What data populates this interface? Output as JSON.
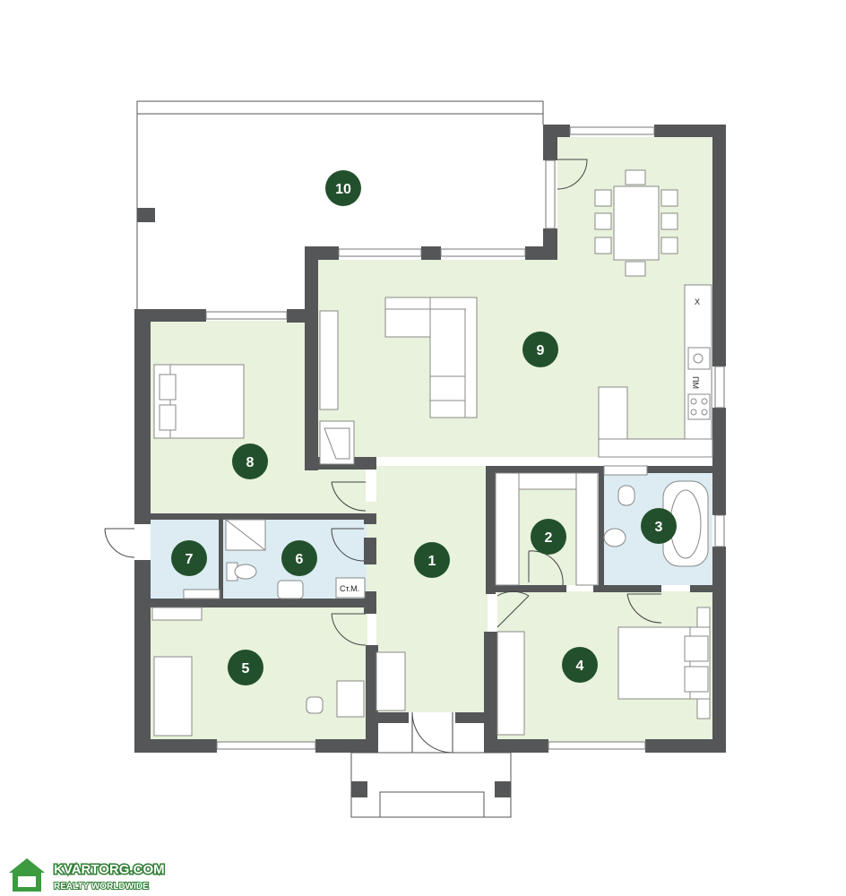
{
  "rooms": [
    {
      "id": "room-1",
      "label": "1"
    },
    {
      "id": "room-2",
      "label": "2"
    },
    {
      "id": "room-3",
      "label": "3"
    },
    {
      "id": "room-4",
      "label": "4"
    },
    {
      "id": "room-5",
      "label": "5"
    },
    {
      "id": "room-6",
      "label": "6"
    },
    {
      "id": "room-7",
      "label": "7"
    },
    {
      "id": "room-8",
      "label": "8"
    },
    {
      "id": "room-9",
      "label": "9"
    },
    {
      "id": "room-10",
      "label": "10"
    }
  ],
  "appliance_labels": {
    "laundry": "Ст.М.",
    "fridge": "Х",
    "dishwasher": "ПМ"
  },
  "watermark": {
    "title": "KVARTORG.COM",
    "subtitle": "REALTY WORLDWIDE"
  },
  "colors": {
    "wall": "#555658",
    "room_fill": "#e8f2dc",
    "wet_room_fill": "#dcecf2",
    "marker": "#23502c"
  }
}
